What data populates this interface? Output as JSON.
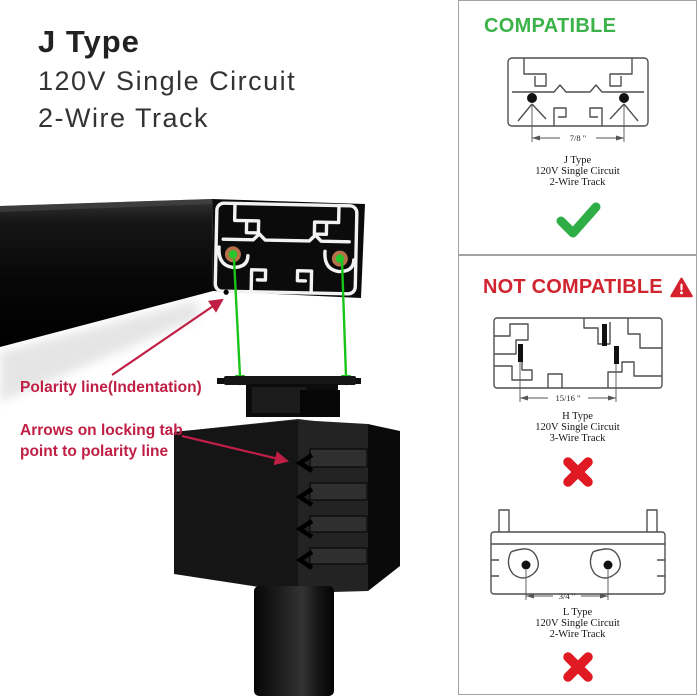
{
  "title": {
    "line1": "J Type",
    "line2": "120V Single Circuit",
    "line3": "2-Wire Track"
  },
  "annotations": {
    "polarity_label": "Polarity line(Indentation)",
    "locking_tab_label_line1": "Arrows on locking tab",
    "locking_tab_label_line2": "point to polarity line"
  },
  "compatibility_panel": {
    "compatible": {
      "heading": "COMPATIBLE",
      "track": {
        "dimension": "7/8 \"",
        "type": "J Type",
        "circuit": "120V Single Circuit",
        "wires": "2-Wire Track"
      }
    },
    "not_compatible": {
      "heading": "NOT COMPATIBLE",
      "tracks": [
        {
          "dimension": "15/16 \"",
          "type": "H Type",
          "circuit": "120V Single Circuit",
          "wires": "3-Wire Track"
        },
        {
          "dimension": "3/4 \"",
          "type": "L Type",
          "circuit": "120V Single Circuit",
          "wires": "2-Wire Track"
        }
      ]
    }
  },
  "icons": {
    "compatible_verdict": "check-icon",
    "not_compatible_warning": "warning-triangle-icon",
    "not_compatible_verdict": "x-icon"
  },
  "colors": {
    "compatible_green": "#3cb34a",
    "check_green": "#2fae48",
    "not_compatible_red": "#d02530",
    "cross_red": "#e01a22",
    "annotation_crimson": "#c01f45",
    "polarity_line_green": "#17c418",
    "contact_copper": "#b5714a"
  }
}
